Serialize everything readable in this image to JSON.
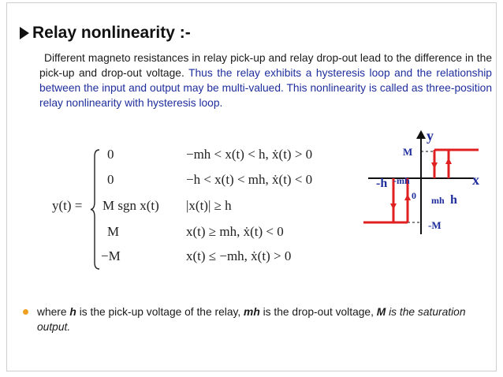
{
  "slide": {
    "heading": "Relay nonlinearity :-",
    "para_plain": "Different magneto resistances in relay pick-up and relay drop-out lead to the difference in the pick-up and drop-out voltage.",
    "para_blue": "Thus the relay exhibits a hysteresis loop and the relationship between the input and output may be multi-valued. This nonlinearity is called as three-position relay nonlinearity with hysteresis loop."
  },
  "equation": {
    "lhs": "y(t) =",
    "cases": [
      {
        "value": "0",
        "condition": "−mh < x(t) < h,   ẋ(t) > 0"
      },
      {
        "value": "0",
        "condition": "−h < x(t) < mh,   ẋ(t) < 0"
      },
      {
        "value": "M sgn x(t)",
        "condition": "|x(t)| ≥ h"
      },
      {
        "value": "M",
        "condition": "x(t) ≥ mh,   ẋ(t) < 0"
      },
      {
        "value": "−M",
        "condition": "x(t) ≤ −mh,   ẋ(t) > 0"
      }
    ]
  },
  "diagram": {
    "y_axis": "y",
    "x_axis": "x",
    "label_M": "M",
    "label_neg_M": "-M",
    "label_neg_h": "-h",
    "label_neg_mh": "-mh",
    "label_mh": "mh",
    "label_h": "h",
    "label_origin": "0",
    "colors": {
      "axis": "#111111",
      "curve": "#e02020",
      "label": "#1f2e9c"
    }
  },
  "footnote": {
    "p1": "where ",
    "h": "h",
    "p2": " is the pick-up voltage of the relay, ",
    "mh": "mh",
    "p3": " is the drop-out voltage, ",
    "M": "M",
    "p4": " is the saturation output."
  }
}
